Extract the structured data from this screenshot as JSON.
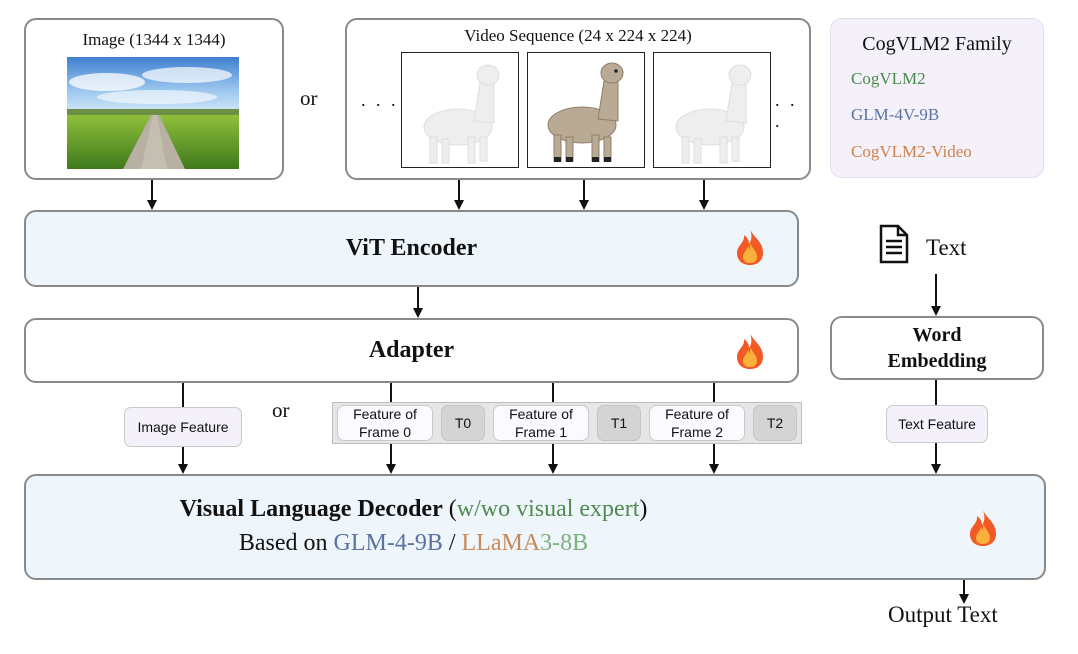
{
  "image_box": {
    "label": "Image (1344 x 1344)"
  },
  "or_label": "or",
  "video_box": {
    "label": "Video Sequence (24 x 224 x 224)",
    "ellipsis": ". . ."
  },
  "family": {
    "title": "CogVLM2 Family",
    "items": [
      {
        "label": "CogVLM2",
        "color": "#4a8a4a"
      },
      {
        "label": "GLM-4V-9B",
        "color": "#5a73a0"
      },
      {
        "label": "CogVLM2-Video",
        "color": "#d0804a"
      }
    ]
  },
  "vit": {
    "label": "ViT Encoder"
  },
  "text_input": {
    "label": "Text"
  },
  "adapter": {
    "label": "Adapter"
  },
  "word_embedding": {
    "line1": "Word",
    "line2": "Embedding"
  },
  "image_feature": {
    "label": "Image Feature"
  },
  "features": [
    {
      "line1": "Feature of",
      "line2": "Frame 0",
      "token": "T0"
    },
    {
      "line1": "Feature of",
      "line2": "Frame 1",
      "token": "T1"
    },
    {
      "line1": "Feature of",
      "line2": "Frame 2",
      "token": "T2"
    }
  ],
  "text_feature": {
    "label": "Text Feature"
  },
  "decoder": {
    "title": "Visual Language Decoder",
    "paren_open": "(",
    "expert": "w/wo visual expert",
    "paren_close": ")",
    "based_on": "Based on",
    "model1": "GLM-4-9B",
    "slash": "/",
    "model2a": "LLaMA",
    "model2b": "3-8B"
  },
  "output": {
    "label": "Output Text"
  },
  "colors": {
    "expert_green": "#4f8a4f",
    "glm_blue": "#5a73a0",
    "llama_orange": "#c98a5a",
    "llama_green": "#7fb07f",
    "panel_blue": "#eef5fb",
    "family_bg": "#f5f1fb"
  }
}
